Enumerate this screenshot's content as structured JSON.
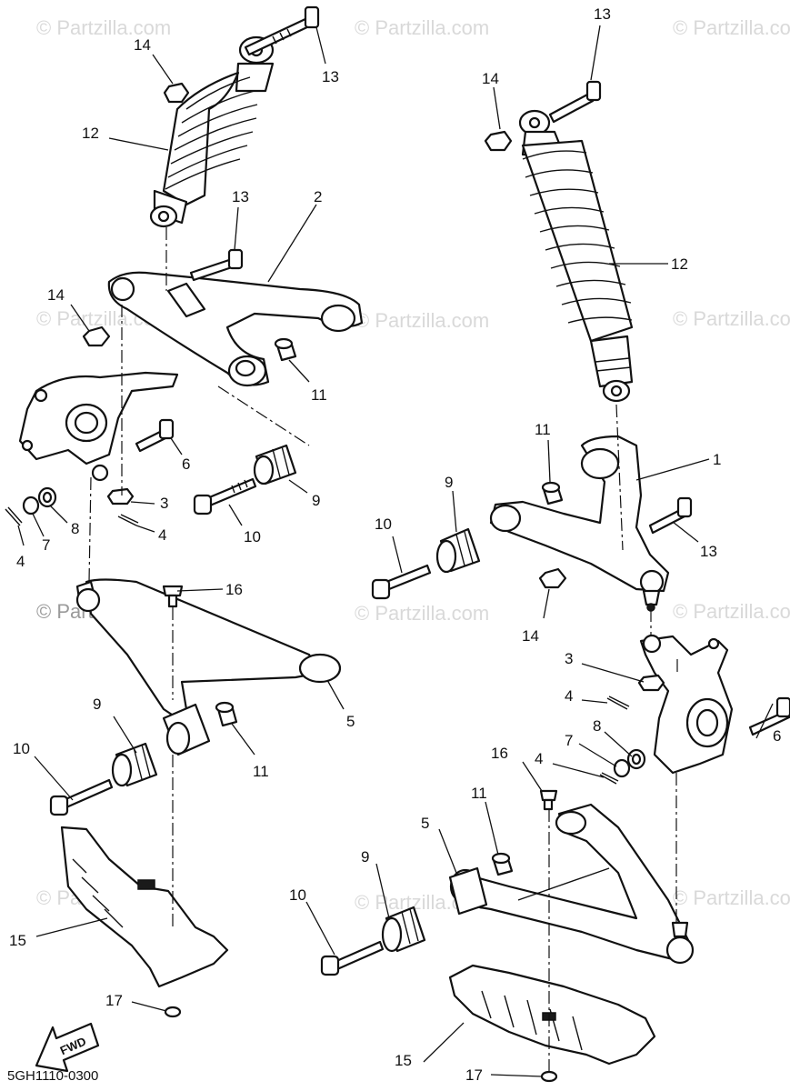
{
  "diagram": {
    "code": "5GH1110-0300",
    "fwd_label": "FWD",
    "watermark": "© Partzilla.com",
    "callouts": [
      {
        "id": "c14a",
        "label": "14"
      },
      {
        "id": "c13a",
        "label": "13"
      },
      {
        "id": "c12a",
        "label": "12"
      },
      {
        "id": "c13b",
        "label": "13"
      },
      {
        "id": "c2",
        "label": "2"
      },
      {
        "id": "c14b",
        "label": "14"
      },
      {
        "id": "c11a",
        "label": "11"
      },
      {
        "id": "c6a",
        "label": "6"
      },
      {
        "id": "c9a",
        "label": "9"
      },
      {
        "id": "c3a",
        "label": "3"
      },
      {
        "id": "c4a",
        "label": "4"
      },
      {
        "id": "c8a",
        "label": "8"
      },
      {
        "id": "c7a",
        "label": "7"
      },
      {
        "id": "c4b",
        "label": "4"
      },
      {
        "id": "c10a",
        "label": "10"
      },
      {
        "id": "c16a",
        "label": "16"
      },
      {
        "id": "c5a",
        "label": "5"
      },
      {
        "id": "c9b",
        "label": "9"
      },
      {
        "id": "c10b",
        "label": "10"
      },
      {
        "id": "c11b",
        "label": "11"
      },
      {
        "id": "c15a",
        "label": "15"
      },
      {
        "id": "c17a",
        "label": "17"
      },
      {
        "id": "c13c",
        "label": "13"
      },
      {
        "id": "c14c",
        "label": "14"
      },
      {
        "id": "c12b",
        "label": "12"
      },
      {
        "id": "c11c",
        "label": "11"
      },
      {
        "id": "c1",
        "label": "1"
      },
      {
        "id": "c9c",
        "label": "9"
      },
      {
        "id": "c10c",
        "label": "10"
      },
      {
        "id": "c13d",
        "label": "13"
      },
      {
        "id": "c14d",
        "label": "14"
      },
      {
        "id": "c3b",
        "label": "3"
      },
      {
        "id": "c4c",
        "label": "4"
      },
      {
        "id": "c8b",
        "label": "8"
      },
      {
        "id": "c7b",
        "label": "7"
      },
      {
        "id": "c6b",
        "label": "6"
      },
      {
        "id": "c4d",
        "label": "4"
      },
      {
        "id": "c16b",
        "label": "16"
      },
      {
        "id": "c11d",
        "label": "11"
      },
      {
        "id": "c5b",
        "label": "5"
      },
      {
        "id": "c9d",
        "label": "9"
      },
      {
        "id": "c10d",
        "label": "10"
      },
      {
        "id": "c15b",
        "label": "15"
      },
      {
        "id": "c17b",
        "label": "17"
      }
    ]
  }
}
